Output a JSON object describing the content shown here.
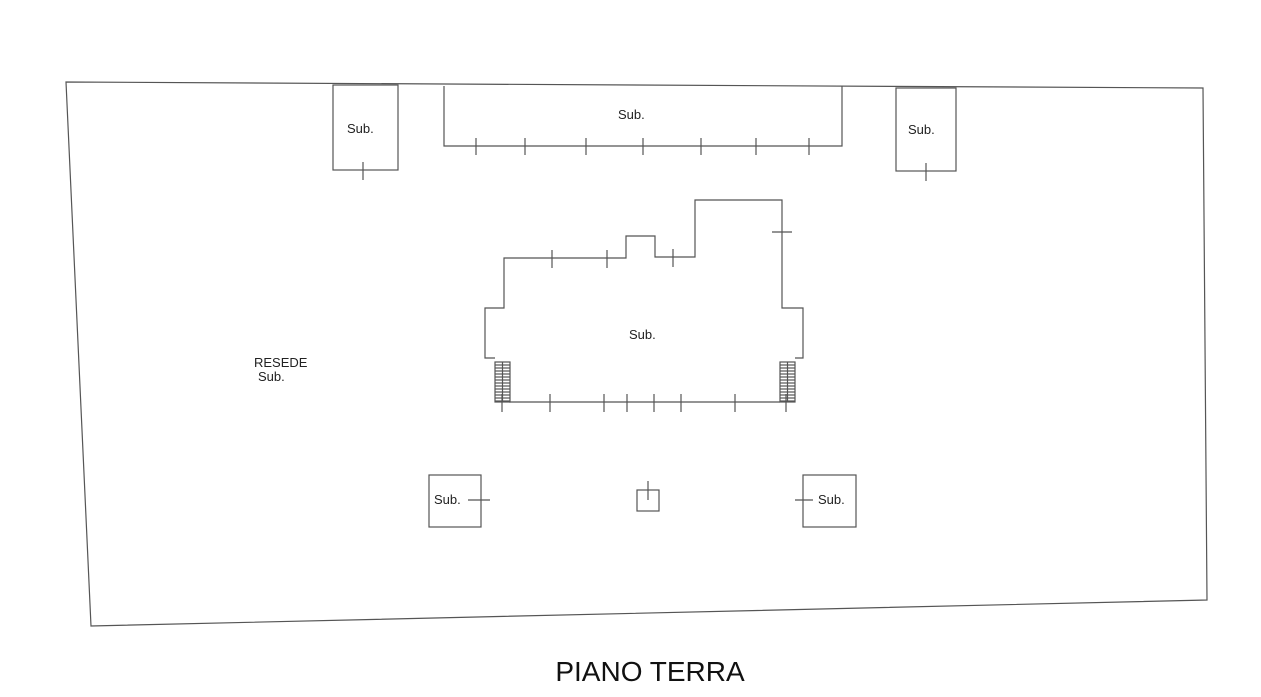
{
  "plan": {
    "title": "PIANO TERRA",
    "resede_label": "RESEDE",
    "resede_sub": "Sub.",
    "rooms": {
      "top_left": "Sub.",
      "top_middle": "Sub.",
      "top_right": "Sub.",
      "main_building": "Sub.",
      "bottom_left": "Sub.",
      "bottom_right": "Sub."
    },
    "line_color": "#555555"
  }
}
